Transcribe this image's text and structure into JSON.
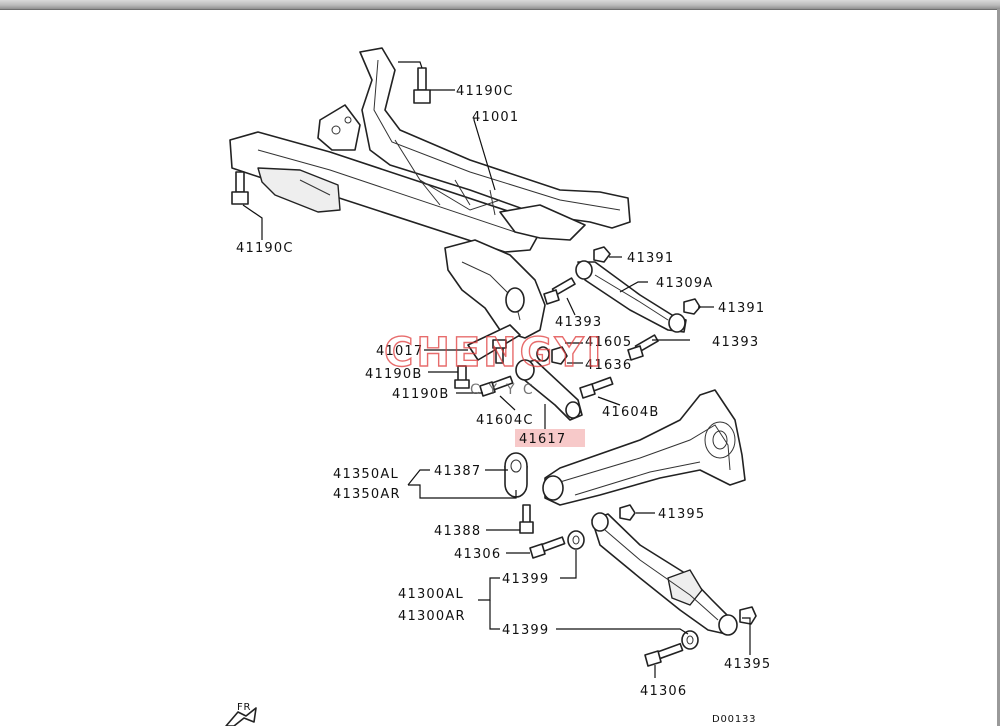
{
  "labels": {
    "l41190c_top": "41190C",
    "l41001": "41001",
    "l41190c_left": "41190C",
    "l41391_a": "41391",
    "l41309a": "41309A",
    "l41391_b": "41391",
    "l41393_a": "41393",
    "l41393_b": "41393",
    "l41017": "41017",
    "l41605": "41605",
    "l41636": "41636",
    "l41190b_a": "41190B",
    "l41190b_b": "41190B",
    "l41604c": "41604C",
    "l41604b": "41604B",
    "l41617": "41617",
    "l41350al": "41350AL",
    "l41350ar": "41350AR",
    "l41387": "41387",
    "l41388": "41388",
    "l41306_a": "41306",
    "l41395_a": "41395",
    "l41399_a": "41399",
    "l41300al": "41300AL",
    "l41300ar": "41300AR",
    "l41399_b": "41399",
    "l41395_b": "41395",
    "l41306_b": "41306",
    "fr": "FR",
    "diagram_code": "D00133"
  },
  "watermark": {
    "brand": "CHENGYI",
    "sub": "CYYC"
  },
  "colors": {
    "highlight": "#f7c9c9",
    "watermark": "#e03c3c",
    "line": "#222222"
  }
}
